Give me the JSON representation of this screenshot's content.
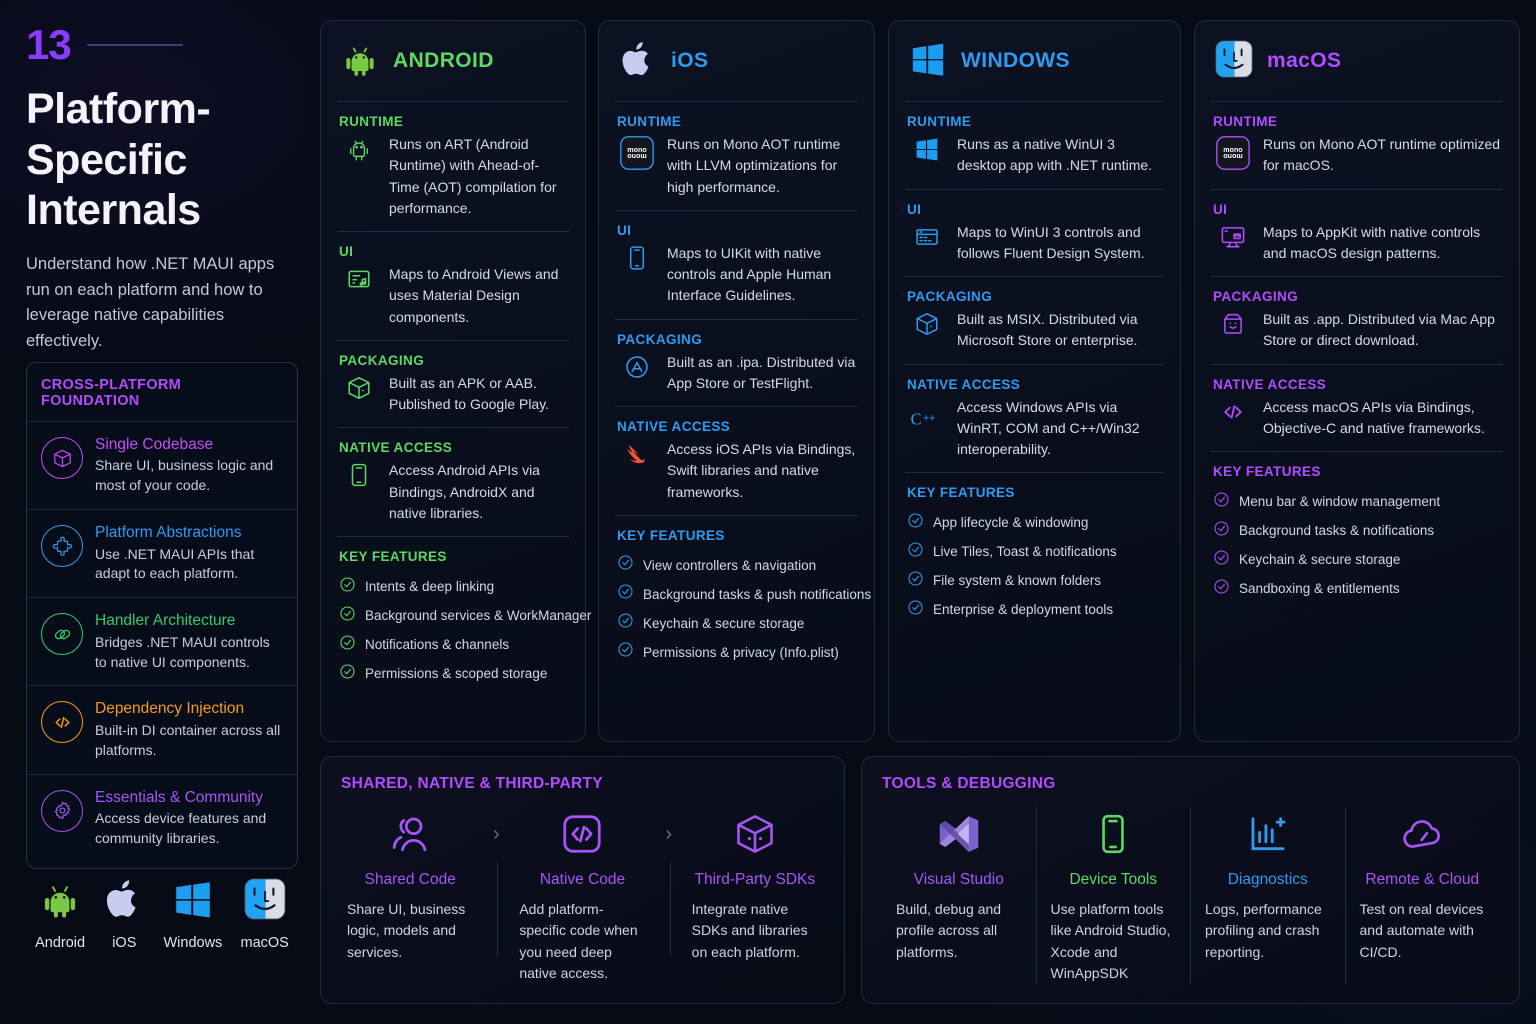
{
  "header": {
    "number": "13",
    "title": "Platform-Specific Internals",
    "subtitle": "Understand how .NET MAUI apps run on each platform and how to leverage native capabilities effectively."
  },
  "foundation": {
    "title": "CROSS-PLATFORM FOUNDATION",
    "items": [
      {
        "icon": "cube-icon",
        "color": "#c44cff",
        "title": "Single Codebase",
        "desc": "Share UI, business logic and most of your code."
      },
      {
        "icon": "puzzle-icon",
        "color": "#2e9bf0",
        "title": "Platform Abstractions",
        "desc": "Use .NET MAUI APIs that adapt to each platform."
      },
      {
        "icon": "link-icon",
        "color": "#2ecb6f",
        "title": "Handler Architecture",
        "desc": "Bridges .NET MAUI controls to native UI components."
      },
      {
        "icon": "code-brackets-icon",
        "color": "#f59b1c",
        "title": "Dependency Injection",
        "desc": "Built-in DI container across all platforms."
      },
      {
        "icon": "gear-icon",
        "color": "#a855f7",
        "title": "Essentials & Community",
        "desc": "Access device features and community libraries."
      }
    ]
  },
  "platform_strip": [
    {
      "icon": "android-icon",
      "label": "Android"
    },
    {
      "icon": "apple-icon",
      "label": "iOS"
    },
    {
      "icon": "windows-icon",
      "label": "Windows"
    },
    {
      "icon": "finder-icon",
      "label": "macOS"
    }
  ],
  "cards": [
    {
      "id": "android",
      "name": "ANDROID",
      "accent": "#5dd863",
      "icon": "android-icon",
      "sections": [
        {
          "label": "RUNTIME",
          "icon": "android-outline-icon",
          "text": "Runs on ART (Android Runtime) with Ahead-of-Time (AOT) compilation for performance."
        },
        {
          "label": "UI",
          "icon": "android-views-icon",
          "text": "Maps to Android Views and uses Material Design components."
        },
        {
          "label": "PACKAGING",
          "icon": "package-cube-icon",
          "text": "Built as an APK or AAB. Published to Google Play."
        },
        {
          "label": "NATIVE ACCESS",
          "icon": "phone-icon",
          "text": "Access Android APIs via Bindings, AndroidX and native libraries."
        }
      ],
      "features_label": "KEY FEATURES",
      "features": [
        "Intents & deep linking",
        "Background services & WorkManager",
        "Notifications & channels",
        "Permissions & scoped storage"
      ]
    },
    {
      "id": "ios",
      "name": "iOS",
      "accent": "#2e9bf0",
      "icon": "apple-icon",
      "sections": [
        {
          "label": "RUNTIME",
          "icon": "mono-icon",
          "text": "Runs on Mono AOT runtime with LLVM optimizations for high performance."
        },
        {
          "label": "UI",
          "icon": "iphone-icon",
          "text": "Maps to UIKit with native controls and Apple Human Interface Guidelines."
        },
        {
          "label": "PACKAGING",
          "icon": "appstore-icon",
          "text": "Built as an .ipa. Distributed via App Store or TestFlight."
        },
        {
          "label": "NATIVE ACCESS",
          "icon": "swift-icon",
          "text": "Access iOS APIs via Bindings, Swift libraries and native frameworks."
        }
      ],
      "features_label": "KEY FEATURES",
      "features": [
        "View controllers & navigation",
        "Background tasks & push notifications",
        "Keychain & secure storage",
        "Permissions & privacy (Info.plist)"
      ]
    },
    {
      "id": "windows",
      "name": "WINDOWS",
      "accent": "#2e9bf0",
      "icon": "windows-icon",
      "sections": [
        {
          "label": "RUNTIME",
          "icon": "windows-icon",
          "text": "Runs as a native WinUI 3 desktop app with .NET runtime."
        },
        {
          "label": "UI",
          "icon": "winui-window-icon",
          "text": "Maps to WinUI 3 controls and follows Fluent Design System."
        },
        {
          "label": "PACKAGING",
          "icon": "package-cube-icon",
          "text": "Built as MSIX. Distributed via Microsoft Store or enterprise."
        },
        {
          "label": "NATIVE ACCESS",
          "icon": "cpp-icon",
          "text": "Access Windows APIs via WinRT, COM and C++/Win32 interoperability."
        }
      ],
      "features_label": "KEY FEATURES",
      "features": [
        "App lifecycle & windowing",
        "Live Tiles, Toast & notifications",
        "File system & known folders",
        "Enterprise & deployment tools"
      ]
    },
    {
      "id": "macos",
      "name": "macOS",
      "accent": "#b14dff",
      "icon": "finder-icon",
      "sections": [
        {
          "label": "RUNTIME",
          "icon": "mono-icon",
          "text": "Runs on Mono AOT runtime optimized for macOS."
        },
        {
          "label": "UI",
          "icon": "imac-icon",
          "text": "Maps to AppKit with native controls and macOS design patterns."
        },
        {
          "label": "PACKAGING",
          "icon": "mac-app-icon",
          "text": "Built as .app. Distributed via Mac App Store or direct download."
        },
        {
          "label": "NATIVE ACCESS",
          "icon": "code-brackets-icon",
          "text": "Access macOS APIs via Bindings, Objective-C and native frameworks."
        }
      ],
      "features_label": "KEY FEATURES",
      "features": [
        "Menu bar & window management",
        "Background tasks & notifications",
        "Keychain & secure storage",
        "Sandboxing & entitlements"
      ]
    }
  ],
  "shared_panel": {
    "title": "SHARED, NATIVE & THIRD-PARTY",
    "arrow": "›",
    "items": [
      {
        "icon": "users-icon",
        "color": "#a855f7",
        "title": "Shared Code",
        "desc": "Share UI, business logic, models and services."
      },
      {
        "icon": "code-square-icon",
        "color": "#a855f7",
        "title": "Native Code",
        "desc": "Add platform-specific code when you need deep native access."
      },
      {
        "icon": "cube-3d-icon",
        "color": "#a855f7",
        "title": "Third-Party SDKs",
        "desc": "Integrate native SDKs and libraries on each platform."
      }
    ]
  },
  "tools_panel": {
    "title": "TOOLS & DEBUGGING",
    "items": [
      {
        "icon": "visual-studio-icon",
        "color": "#a855f7",
        "title": "Visual Studio",
        "desc": "Build, debug and profile across all platforms."
      },
      {
        "icon": "device-phone-icon",
        "color": "#5dd863",
        "title": "Device Tools",
        "desc": "Use platform tools like Android Studio, Xcode and WinAppSDK"
      },
      {
        "icon": "bar-chart-icon",
        "color": "#2e9bf0",
        "title": "Diagnostics",
        "desc": "Logs, performance profiling and crash reporting."
      },
      {
        "icon": "cloud-icon",
        "color": "#a855f7",
        "title": "Remote & Cloud",
        "desc": "Test on real devices and automate with CI/CD."
      }
    ]
  }
}
